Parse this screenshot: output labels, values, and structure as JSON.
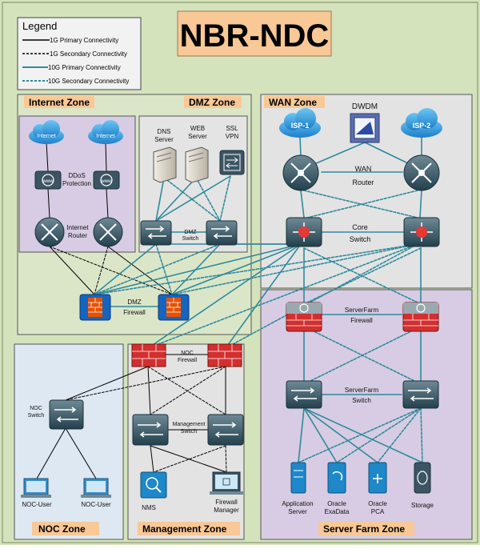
{
  "title": "NBR-NDC",
  "legend": {
    "heading": "Legend",
    "items": [
      {
        "label": "1G Primary Connectivity"
      },
      {
        "label": "1G Secondary Connectivity"
      },
      {
        "label": "10G Primary Connectivity"
      },
      {
        "label": "10G Secondary Connectivity"
      }
    ]
  },
  "colors": {
    "background": "#d5e3bd",
    "title_box": "#f8c896",
    "zone_label": "#f8c896",
    "link_1g": "#000000",
    "link_10g": "#2f8a9c",
    "firewall_red": "#d32f2f",
    "firewall_blue": "#1565c0",
    "router_dark": "#2f4f5f",
    "core_red": "#e53935",
    "cloud_blue": "#3aa6e8",
    "purple_zone": "#d7cce3",
    "gray_zone": "#e3e3e3",
    "nocs_zone": "#dde8f2"
  },
  "zones": {
    "internet": "Internet Zone",
    "dmz": "DMZ Zone",
    "wan": "WAN Zone",
    "noc": "NOC Zone",
    "management": "Management Zone",
    "serverfarm": "Server Farm Zone"
  },
  "labels": {
    "internet1": "Internet",
    "internet2": "Internet",
    "ddos": [
      "DDoS",
      "Protection"
    ],
    "internet_router": [
      "Internet",
      "Router"
    ],
    "dns": [
      "DNS",
      "Server"
    ],
    "web": [
      "WEB",
      "Server"
    ],
    "ssl": [
      "SSL",
      "VPN"
    ],
    "dmz_switch": [
      "DMZ",
      "Switch"
    ],
    "dmz_firewall": [
      "DMZ",
      "Firewall"
    ],
    "isp1": "ISP-1",
    "isp2": "ISP-2",
    "dwdm": "DWDM",
    "wan_router": [
      "WAN",
      "Router"
    ],
    "core_switch": [
      "Core",
      "Switch"
    ],
    "sf_firewall": [
      "ServerFarm",
      "Firewall"
    ],
    "sf_switch": [
      "ServerFarm",
      "Switch"
    ],
    "noc_firewall": [
      "NOC",
      "Firewall"
    ],
    "noc_switch": [
      "NOC",
      "Switch"
    ],
    "mgmt_switch": [
      "Management",
      "Switch"
    ],
    "noc_user1": "NOC-User",
    "noc_user2": "NOC-User",
    "nms": "NMS",
    "firewall_manager": [
      "Firewall",
      "Manager"
    ],
    "app_server": [
      "Application",
      "Server"
    ],
    "exadata": [
      "Oracle",
      "ExaData"
    ],
    "pca": [
      "Oracle",
      "PCA"
    ],
    "storage": "Storage"
  }
}
